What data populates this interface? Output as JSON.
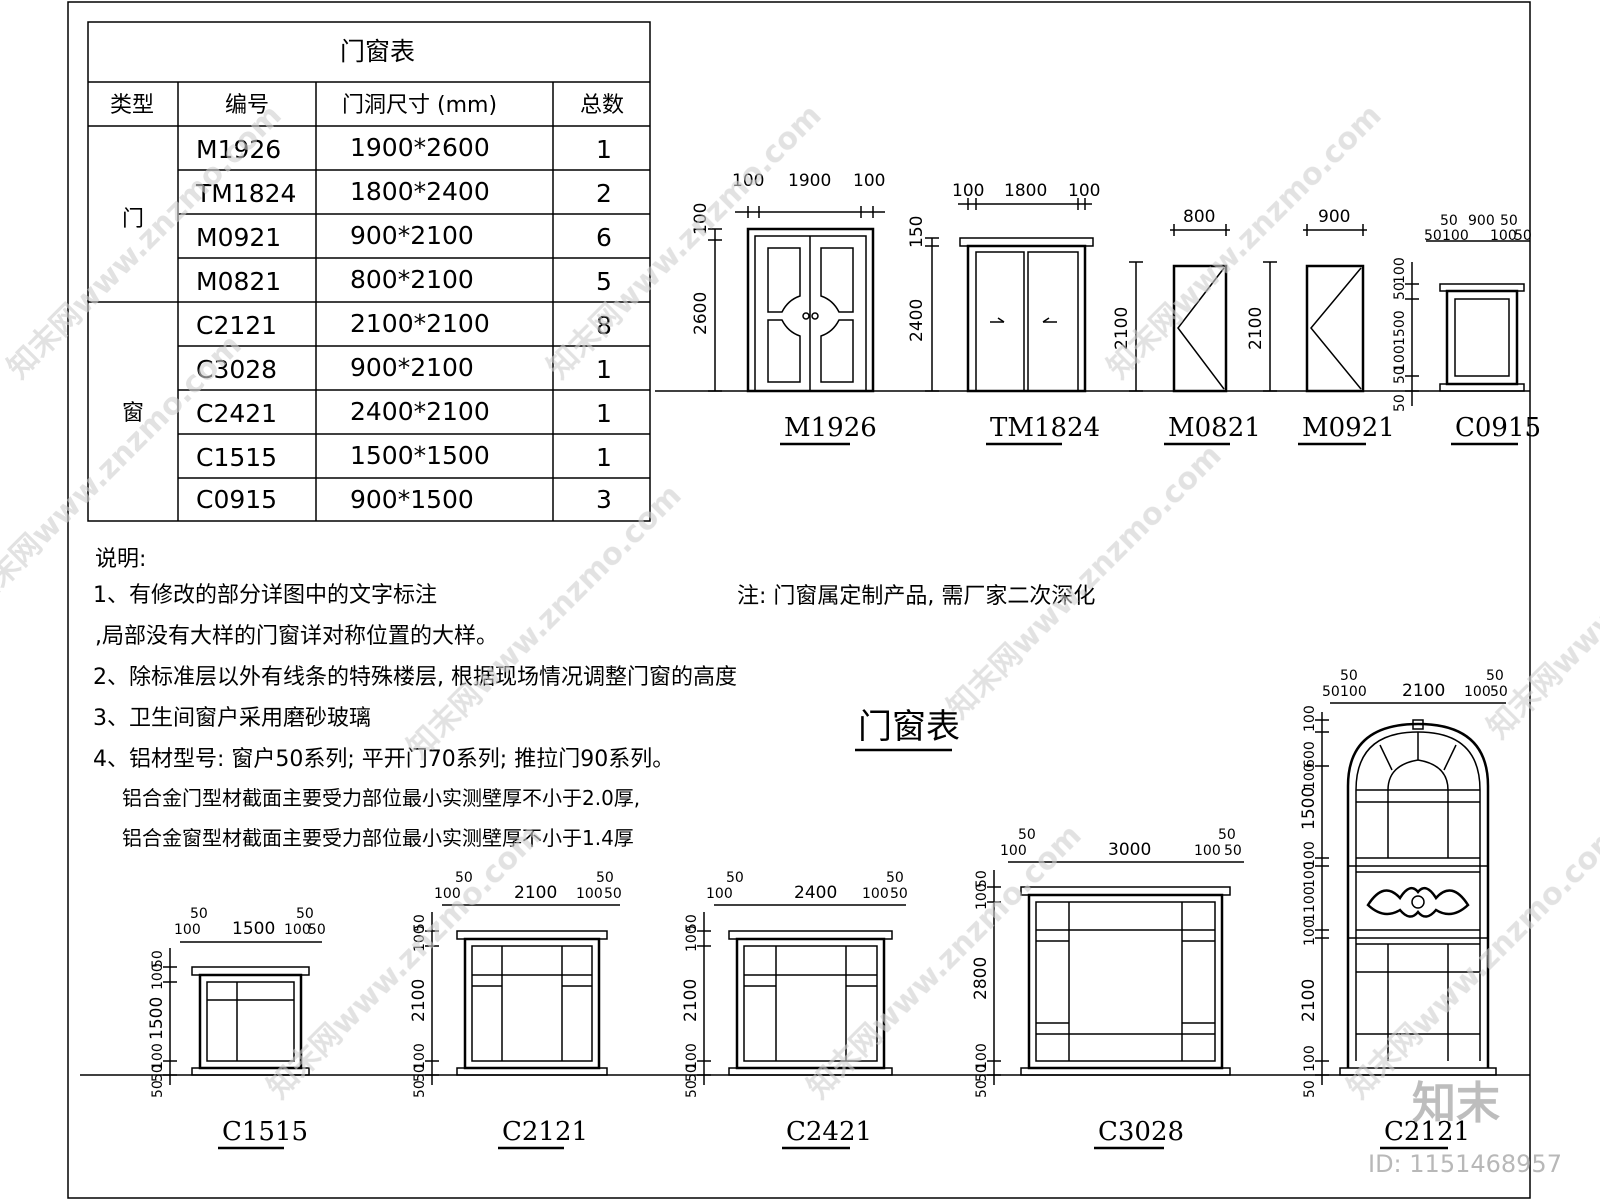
{
  "table": {
    "title": "门窗表",
    "headers": [
      "类型",
      "编号",
      "门洞尺寸 (mm)",
      "总数"
    ],
    "groups": [
      {
        "type": "门",
        "rows": [
          {
            "code": "M1926",
            "size": "1900*2600",
            "count": "1"
          },
          {
            "code": "TM1824",
            "size": "1800*2400",
            "count": "2"
          },
          {
            "code": "M0921",
            "size": "900*2100",
            "count": "6"
          },
          {
            "code": "M0821",
            "size": "800*2100",
            "count": "5"
          }
        ]
      },
      {
        "type": "窗",
        "rows": [
          {
            "code": "C2121",
            "size": "2100*2100",
            "count": "8"
          },
          {
            "code": "C3028",
            "size": "900*2100",
            "count": "1"
          },
          {
            "code": "C2421",
            "size": "2400*2100",
            "count": "1"
          },
          {
            "code": "C1515",
            "size": "1500*1500",
            "count": "1"
          },
          {
            "code": "C0915",
            "size": "900*1500",
            "count": "3"
          }
        ]
      }
    ]
  },
  "notes": {
    "heading": "说明:",
    "lines": [
      "1、有修改的部分详图中的文字标注",
      ",局部没有大样的门窗详对称位置的大样。",
      "2、除标准层以外有线条的特殊楼层, 根据现场情况调整门窗的高度",
      "3、卫生间窗户采用磨砂玻璃",
      "4、铝材型号: 窗户50系列; 平开门70系列; 推拉门90系列。",
      "铝合金门型材截面主要受力部位最小实测壁厚不小于2.0厚,",
      "铝合金窗型材截面主要受力部位最小实测壁厚不小于1.4厚"
    ]
  },
  "remark": "注: 门窗属定制产品, 需厂家二次深化",
  "section_title": "门窗表",
  "elevations": {
    "M1926": {
      "label": "M1926",
      "top_dims": [
        "100",
        "1900",
        "100"
      ],
      "side_dims": [
        "100",
        "2600"
      ]
    },
    "TM1824": {
      "label": "TM1824",
      "top_dims": [
        "100",
        "1800",
        "100"
      ],
      "side_dims": [
        "150",
        "2400"
      ]
    },
    "M0821": {
      "label": "M0821",
      "top_dims": [
        "800"
      ],
      "side_dims": [
        "2100"
      ]
    },
    "M0921": {
      "label": "M0921",
      "top_dims": [
        "900"
      ],
      "side_dims": [
        "2100"
      ]
    },
    "C0915": {
      "label": "C0915",
      "top_dims": [
        "50",
        "900",
        "50",
        "50",
        "100",
        "100",
        "50"
      ],
      "side_dims": [
        "50",
        "100",
        "1500",
        "50",
        "100",
        "50"
      ]
    },
    "C1515": {
      "label": "C1515",
      "top_dims": [
        "50",
        "50",
        "100",
        "1500",
        "100",
        "50"
      ],
      "side_dims": [
        "50",
        "100",
        "1500",
        "50",
        "100",
        "50"
      ]
    },
    "C2121": {
      "label": "C2121",
      "top_dims": [
        "50",
        "50",
        "100",
        "2100",
        "100",
        "50"
      ],
      "side_dims": [
        "50",
        "100",
        "2100",
        "50",
        "100",
        "50"
      ]
    },
    "C2421": {
      "label": "C2421",
      "top_dims": [
        "50",
        "50",
        "100",
        "2400",
        "100",
        "50"
      ],
      "side_dims": [
        "50",
        "100",
        "2100",
        "50",
        "100",
        "50"
      ]
    },
    "C3028": {
      "label": "C3028",
      "top_dims": [
        "50",
        "50",
        "100",
        "3000",
        "100",
        "50"
      ],
      "side_dims": [
        "50",
        "100",
        "2800",
        "50",
        "100",
        "50"
      ]
    },
    "C2121_arched": {
      "label": "C2121",
      "top_dims": [
        "50",
        "50",
        "100",
        "2100",
        "50",
        "100",
        "50"
      ],
      "side_dims": [
        "100",
        "600",
        "100",
        "1500",
        "100",
        "100",
        "1100",
        "100",
        "2100",
        "100",
        "50"
      ]
    }
  },
  "watermark": {
    "site": "知末网www.znzmo.com",
    "logo": "知末",
    "id": "ID: 1151468957"
  }
}
